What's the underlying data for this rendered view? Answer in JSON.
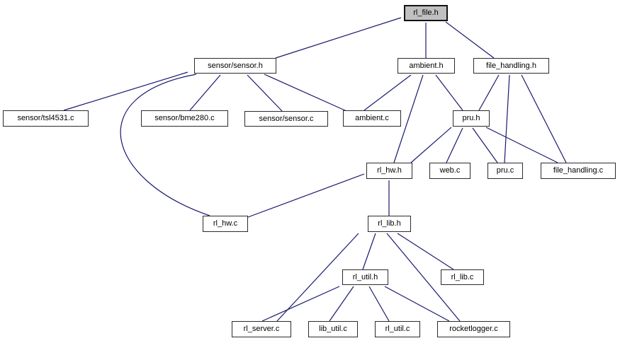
{
  "diagram": {
    "type": "include-dependency-graph",
    "root": "rl_file.h",
    "colors": {
      "edge": "#191970",
      "node_fill": "#ffffff",
      "node_border": "#2b2b2b",
      "highlight_fill": "#c0c0c0",
      "background": "#ffffff",
      "text": "#000000"
    },
    "nodes": [
      {
        "id": "rl_file_h",
        "label": "rl_file.h",
        "highlight": true
      },
      {
        "id": "sensor_sensor_h",
        "label": "sensor/sensor.h",
        "highlight": false
      },
      {
        "id": "ambient_h",
        "label": "ambient.h",
        "highlight": false
      },
      {
        "id": "file_handling_h",
        "label": "file_handling.h",
        "highlight": false
      },
      {
        "id": "sensor_tsl4531_c",
        "label": "sensor/tsl4531.c",
        "highlight": false
      },
      {
        "id": "sensor_bme280_c",
        "label": "sensor/bme280.c",
        "highlight": false
      },
      {
        "id": "sensor_sensor_c",
        "label": "sensor/sensor.c",
        "highlight": false
      },
      {
        "id": "ambient_c",
        "label": "ambient.c",
        "highlight": false
      },
      {
        "id": "pru_h",
        "label": "pru.h",
        "highlight": false
      },
      {
        "id": "rl_hw_h",
        "label": "rl_hw.h",
        "highlight": false
      },
      {
        "id": "web_c",
        "label": "web.c",
        "highlight": false
      },
      {
        "id": "pru_c",
        "label": "pru.c",
        "highlight": false
      },
      {
        "id": "file_handling_c",
        "label": "file_handling.c",
        "highlight": false
      },
      {
        "id": "rl_hw_c",
        "label": "rl_hw.c",
        "highlight": false
      },
      {
        "id": "rl_lib_h",
        "label": "rl_lib.h",
        "highlight": false
      },
      {
        "id": "rl_util_h",
        "label": "rl_util.h",
        "highlight": false
      },
      {
        "id": "rl_lib_c",
        "label": "rl_lib.c",
        "highlight": false
      },
      {
        "id": "rl_server_c",
        "label": "rl_server.c",
        "highlight": false
      },
      {
        "id": "lib_util_c",
        "label": "lib_util.c",
        "highlight": false
      },
      {
        "id": "rl_util_c",
        "label": "rl_util.c",
        "highlight": false
      },
      {
        "id": "rocketlogger_c",
        "label": "rocketlogger.c",
        "highlight": false
      }
    ],
    "edges": [
      {
        "from": "sensor_sensor_h",
        "to": "rl_file_h"
      },
      {
        "from": "ambient_h",
        "to": "rl_file_h"
      },
      {
        "from": "file_handling_h",
        "to": "rl_file_h"
      },
      {
        "from": "sensor_tsl4531_c",
        "to": "sensor_sensor_h"
      },
      {
        "from": "sensor_bme280_c",
        "to": "sensor_sensor_h"
      },
      {
        "from": "sensor_sensor_c",
        "to": "sensor_sensor_h"
      },
      {
        "from": "ambient_c",
        "to": "sensor_sensor_h"
      },
      {
        "from": "rl_hw_c",
        "to": "sensor_sensor_h"
      },
      {
        "from": "ambient_c",
        "to": "ambient_h"
      },
      {
        "from": "rl_hw_h",
        "to": "ambient_h"
      },
      {
        "from": "pru_h",
        "to": "ambient_h"
      },
      {
        "from": "pru_h",
        "to": "file_handling_h"
      },
      {
        "from": "pru_c",
        "to": "file_handling_h"
      },
      {
        "from": "file_handling_c",
        "to": "file_handling_h"
      },
      {
        "from": "rl_hw_h",
        "to": "pru_h"
      },
      {
        "from": "web_c",
        "to": "pru_h"
      },
      {
        "from": "pru_c",
        "to": "pru_h"
      },
      {
        "from": "file_handling_c",
        "to": "pru_h"
      },
      {
        "from": "rl_hw_c",
        "to": "rl_hw_h"
      },
      {
        "from": "rl_lib_h",
        "to": "rl_hw_h"
      },
      {
        "from": "rl_util_h",
        "to": "rl_lib_h"
      },
      {
        "from": "rl_server_c",
        "to": "rl_lib_h"
      },
      {
        "from": "rocketlogger_c",
        "to": "rl_lib_h"
      },
      {
        "from": "rl_lib_c",
        "to": "rl_lib_h"
      },
      {
        "from": "rl_server_c",
        "to": "rl_util_h"
      },
      {
        "from": "lib_util_c",
        "to": "rl_util_h"
      },
      {
        "from": "rl_util_c",
        "to": "rl_util_h"
      },
      {
        "from": "rocketlogger_c",
        "to": "rl_util_h"
      }
    ]
  }
}
